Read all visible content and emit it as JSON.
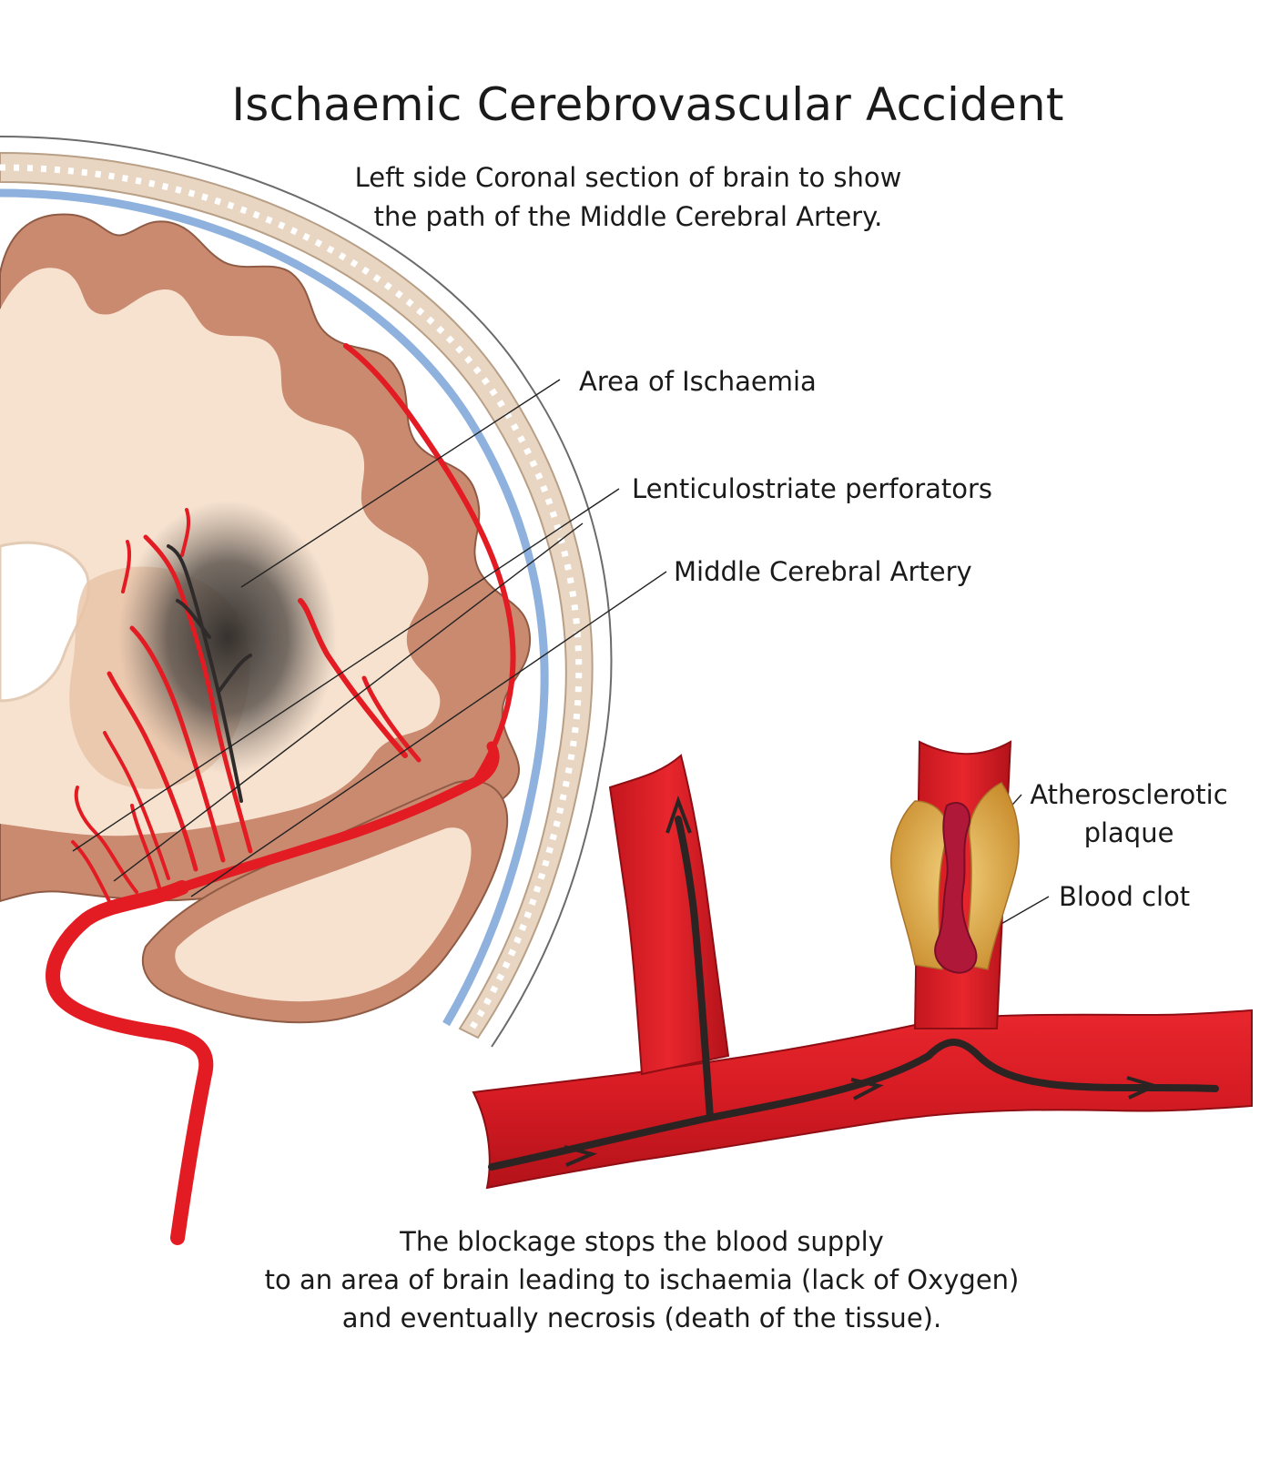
{
  "title": "Ischaemic Cerebrovascular Accident",
  "subtitle": {
    "line1": "Left side Coronal section of brain to show",
    "line2": "the path of the Middle Cerebral Artery."
  },
  "labels": {
    "ischaemia": "Area of Ischaemia",
    "lenticulostriate": "Lenticulostriate perforators",
    "mca": "Middle Cerebral Artery",
    "plaque_line1": "Atherosclerotic",
    "plaque_line2": "plaque",
    "clot": "Blood clot"
  },
  "caption": {
    "line1": "The blockage stops the blood supply",
    "line2": "to an area of brain leading to ischaemia (lack of Oxygen)",
    "line3": "and eventually necrosis (death of the tissue)."
  },
  "colors": {
    "artery": "#e31b23",
    "artery_dark": "#b5121b",
    "cortex": "#c98a70",
    "white_matter": "#f6e2cf",
    "skull": "#e9d9c6",
    "meninges": "#8fb1dd",
    "ischaemia": "#3c3836",
    "plaque": "#e6b85a",
    "clot": "#b0183a"
  }
}
